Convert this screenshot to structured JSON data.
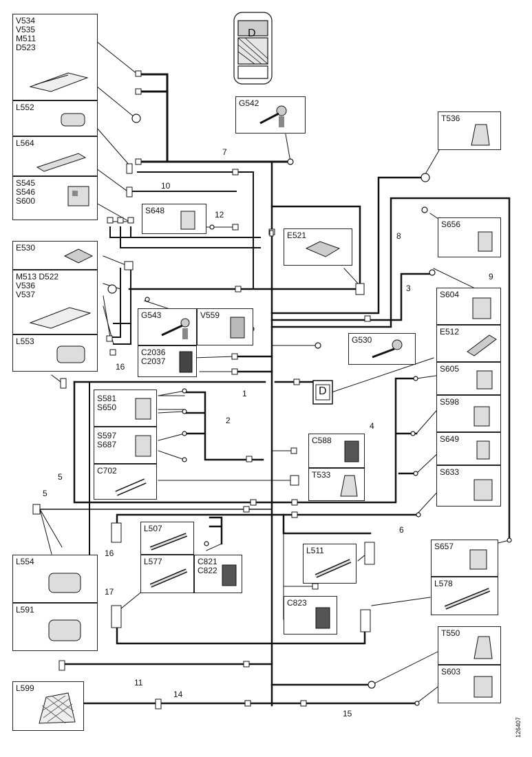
{
  "car": {
    "marker": "D"
  },
  "dashboard": {
    "marker": "D"
  },
  "boxes": {
    "v534": "V534\nV535\nM511\nD523",
    "l552": "L552",
    "l564": "L564",
    "s545": "S545\nS546\nS600",
    "e530": "E530",
    "m513": "M513 D522\nV536\nV537",
    "l553": "L553",
    "g542": "G542",
    "s648": "S648",
    "e521": "E521",
    "t536": "T536",
    "s656": "S656",
    "g543": "G543",
    "v559": "V559",
    "c2036": "C2036\nC2037",
    "g530": "G530",
    "s604": "S604",
    "e512": "E512",
    "s605": "S605",
    "s598": "S598",
    "s649": "S649",
    "s633": "S633",
    "s581": "S581\nS650",
    "s597": "S597\nS687",
    "c702": "C702",
    "c588": "C588",
    "t533": "T533",
    "l507": "L507",
    "l577": "L577",
    "c821": "C821\nC822",
    "l511": "L511",
    "c823": "C823",
    "s657": "S657",
    "l578": "L578",
    "l554": "L554",
    "l591": "L591",
    "t550": "T550",
    "s603": "S603",
    "l599": "L599"
  },
  "wire_numbers": {
    "n1": "1",
    "n2": "2",
    "n3": "3",
    "n4": "4",
    "n5a": "5",
    "n5b": "5",
    "n6": "6",
    "n7": "7",
    "n8": "8",
    "n9": "9",
    "n10": "10",
    "n11": "11",
    "n12": "12",
    "n14": "14",
    "n15": "15",
    "n16a": "16",
    "n16b": "16",
    "n17": "17"
  },
  "drawing_code": "126407"
}
